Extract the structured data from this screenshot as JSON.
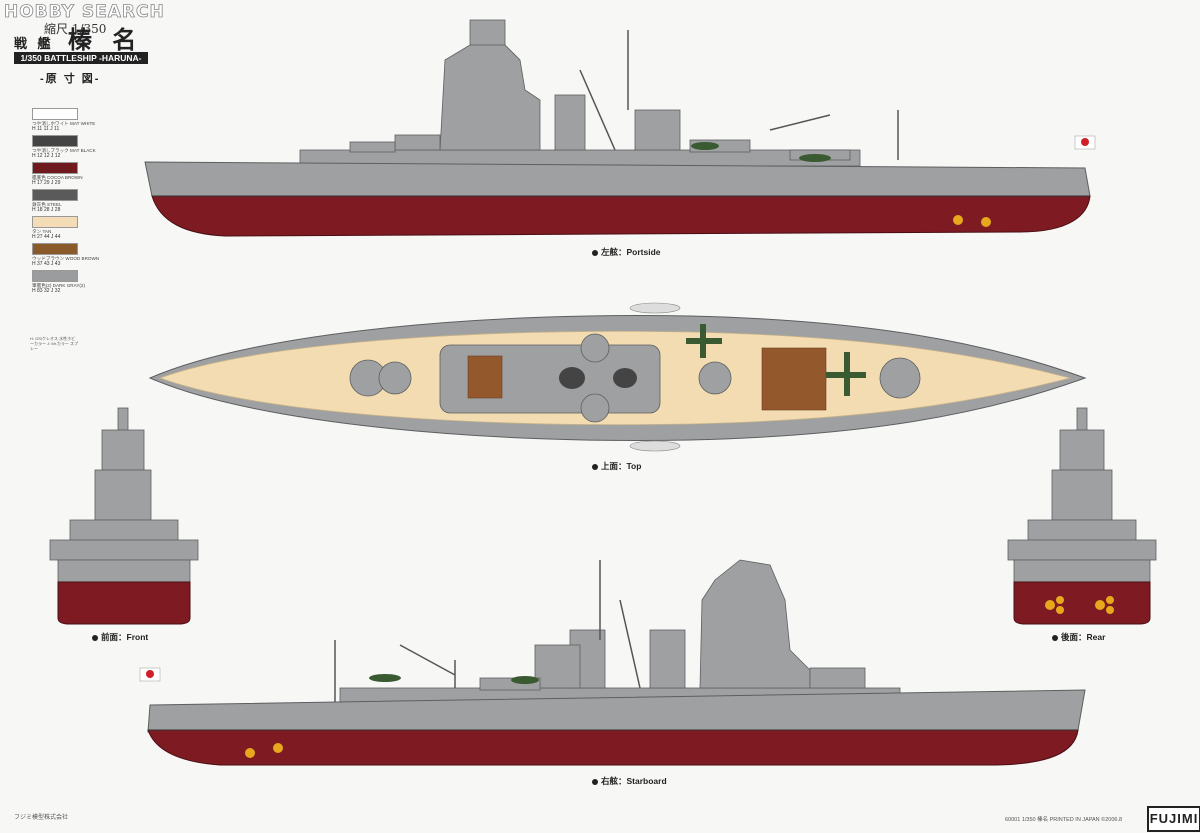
{
  "watermark": "HOBBY SEARCH",
  "scale_label": "縮尺 1/350",
  "title_prefix": "戦 艦",
  "title_name": "榛 名",
  "title_en": "1/350 BATTLESHIP -HARUNA-",
  "subtitle": "-原 寸 図-",
  "legend": [
    {
      "name": "つや消しホワイト MAT WHITE",
      "codes": "H 11  11  J 11",
      "color": "#ffffff"
    },
    {
      "name": "つや消しブラック MAT BLACK",
      "codes": "H 12  12  J 12",
      "color": "#444444"
    },
    {
      "name": "艦底色 COCOA BROWN",
      "codes": "H 17  29  J 29",
      "color": "#6e1a1f"
    },
    {
      "name": "鉄灰色 STEEL",
      "codes": "H 18  28  J 28",
      "color": "#5a5a5a"
    },
    {
      "name": "タン TAN",
      "codes": "H 27  44  J 44",
      "color": "#f4ddb6"
    },
    {
      "name": "ウッドブラウン WOOD BROWN",
      "codes": "H 37  43  J 43",
      "color": "#8b5a2b"
    },
    {
      "name": "軍艦色(2) DARK GRAY(2)",
      "codes": "H 83  32  J 32",
      "color": "#9a9c9e"
    }
  ],
  "legend_note": "H: GSIクレオス 水性ホビーカラー J: Mr.カラー スプレー",
  "captions": {
    "portside": "左舷：Portside",
    "top": "上面：Top",
    "front": "前面：Front",
    "rear": "後面：Rear",
    "starboard": "右舷：Starboard"
  },
  "footer_left": "フジミ模型株式会社",
  "footer_right": "60001 1/350 榛名    PRINTED IN JAPAN ©2006.8",
  "brand": "FUJIMI",
  "colors": {
    "hull_red": "#7d1a22",
    "hull_gray": "#9ea0a2",
    "deck_tan": "#f3dcb2",
    "wood": "#94582d",
    "plane_green": "#3a5a32",
    "flag_red": "#d11f26"
  }
}
